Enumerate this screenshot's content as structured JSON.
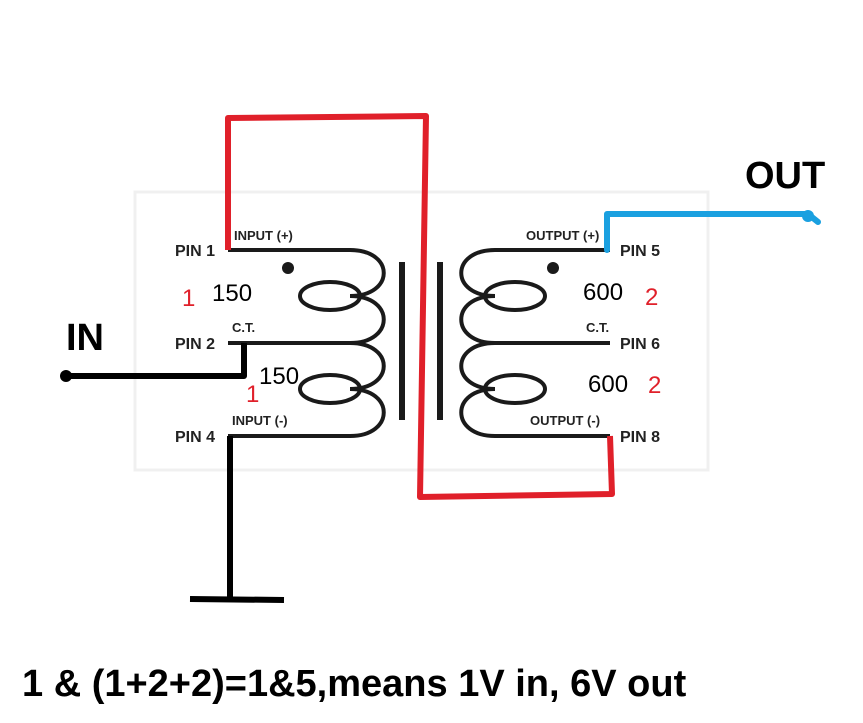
{
  "labels": {
    "out": "OUT",
    "in": "IN"
  },
  "primary": {
    "pin1": "PIN 1",
    "pin2": "PIN 2",
    "pin4": "PIN 4",
    "input_plus": "INPUT (+)",
    "ct": "C.T.",
    "input_minus": "INPUT (-)"
  },
  "secondary": {
    "pin5": "PIN 5",
    "pin6": "PIN 6",
    "pin8": "PIN 8",
    "output_plus": "OUTPUT (+)",
    "ct": "C.T.",
    "output_minus": "OUTPUT (-)"
  },
  "windings": {
    "primary_upper": "150",
    "primary_lower": "150",
    "secondary_upper": "600",
    "secondary_lower": "600",
    "primary_upper_ratio": "1",
    "primary_lower_ratio": "1",
    "secondary_upper_ratio": "2",
    "secondary_lower_ratio": "2"
  },
  "caption": "1 & (1+2+2)=1&5,means 1V in, 6V out",
  "colors": {
    "red_wire": "#e0202a",
    "blue_wire": "#1aa0e0",
    "black_wire": "#000000"
  }
}
